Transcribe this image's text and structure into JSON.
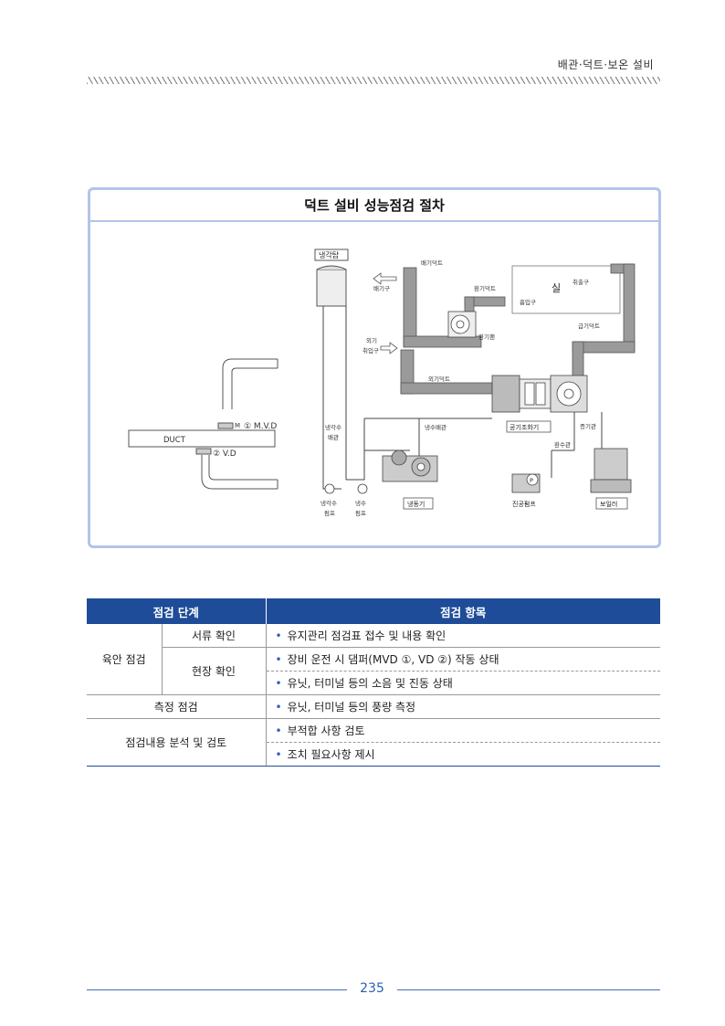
{
  "header": {
    "title": "배관·덕트·보온 설비"
  },
  "figure": {
    "title": "덕트 설비 성능점검 절차",
    "duct_detail": {
      "duct_label": "DUCT",
      "mvd_label": "① M.V.D",
      "mvd_symbol": "M",
      "vd_label": "② V.D"
    },
    "system": {
      "cooling_tower": "냉각탑",
      "exhaust_duct": "배기덕트",
      "exhaust_port": "배기구",
      "ventilation_duct": "환기덕트",
      "room": "실",
      "outlet": "취출구",
      "inlet": "흡입구",
      "ventilation_fan": "환기팬",
      "outdoor_intake_line1": "외기",
      "outdoor_intake_line2": "취입구",
      "supply_duct": "급기덕트",
      "outdoor_duct": "외기덕트",
      "condenser_pipe_line1": "냉각수",
      "condenser_pipe_line2": "배관",
      "chilled_pipe": "냉수배관",
      "ahu": "공기조화기",
      "steam_pipe": "증기관",
      "return_pipe": "환수관",
      "condenser_pump_line1": "냉각수",
      "condenser_pump_line2": "펌프",
      "chilled_pump_line1": "냉수",
      "chilled_pump_line2": "펌프",
      "chiller": "냉동기",
      "vacuum_pump": "진공펌프",
      "boiler": "보일러",
      "pump_symbol": "P"
    }
  },
  "table": {
    "headers": [
      "점검 단계",
      "점검 항목"
    ],
    "stage_visual": "육안 점검",
    "sub_docs": "서류 확인",
    "sub_site": "현장 확인",
    "stage_measure": "측정 점검",
    "stage_analysis": "점검내용 분석 및 검토",
    "bullet": "•",
    "items": [
      "유지관리 점검표 접수 및 내용 확인",
      "장비 운전 시 댐퍼(MVD ①, VD ②) 작동 상태",
      "유닛, 터미널 등의 소음 및 진동 상태",
      "유닛, 터미널 등의 풍량 측정",
      "부적합 사항 검토",
      "조치 필요사항 제시"
    ]
  },
  "footer": {
    "page_number": "235"
  }
}
